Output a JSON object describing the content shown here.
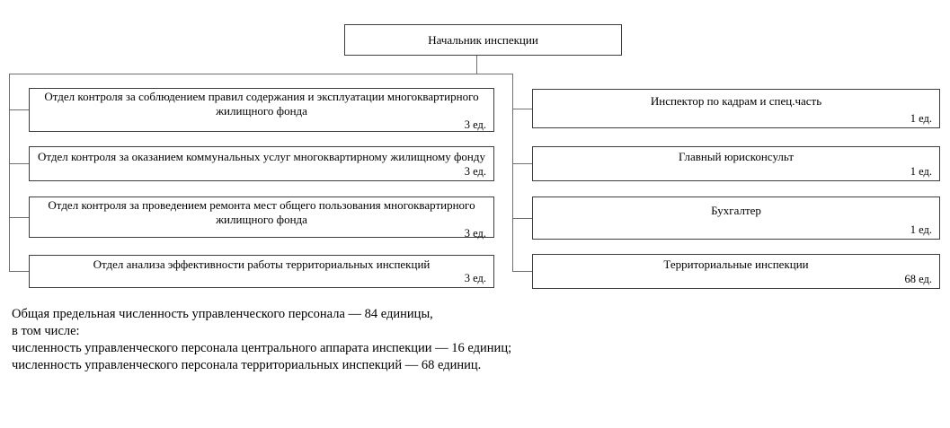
{
  "org": {
    "root": {
      "title": "Начальник инспекции"
    },
    "left": [
      {
        "title": "Отдел контроля за соблюдением правил содержания и эксплуатации многоквартирного жилищного фонда",
        "count": "3 ед."
      },
      {
        "title": "Отдел контроля за оказанием коммунальных услуг многоквартирному жилищному фонду",
        "count": "3 ед."
      },
      {
        "title": "Отдел контроля за проведением ремонта мест общего пользования многоквартирного жилищного фонда",
        "count": "3 ед."
      },
      {
        "title": "Отдел анализа эффективности работы территориальных инспекций",
        "count": "3 ед."
      }
    ],
    "right": [
      {
        "title": "Инспектор по кадрам и спец.часть",
        "count": "1 ед."
      },
      {
        "title": "Главный юрисконсульт",
        "count": "1 ед."
      },
      {
        "title": "Бухгалтер",
        "count": "1 ед."
      },
      {
        "title": "Территориальные инспекции",
        "count": "68 ед."
      }
    ]
  },
  "footnote": {
    "lines": [
      "Общая предельная численность управленческого персонала — 84 единицы,",
      "в том числе:",
      "численность управленческого персонала центрального аппарата инспекции — 16 единиц;",
      "численность управленческого персонала территориальных инспекций — 68 единиц."
    ]
  },
  "colors": {
    "background": "#ffffff",
    "box_border": "#3d3d3d",
    "connector": "#6f6f6f",
    "text": "#000000"
  }
}
